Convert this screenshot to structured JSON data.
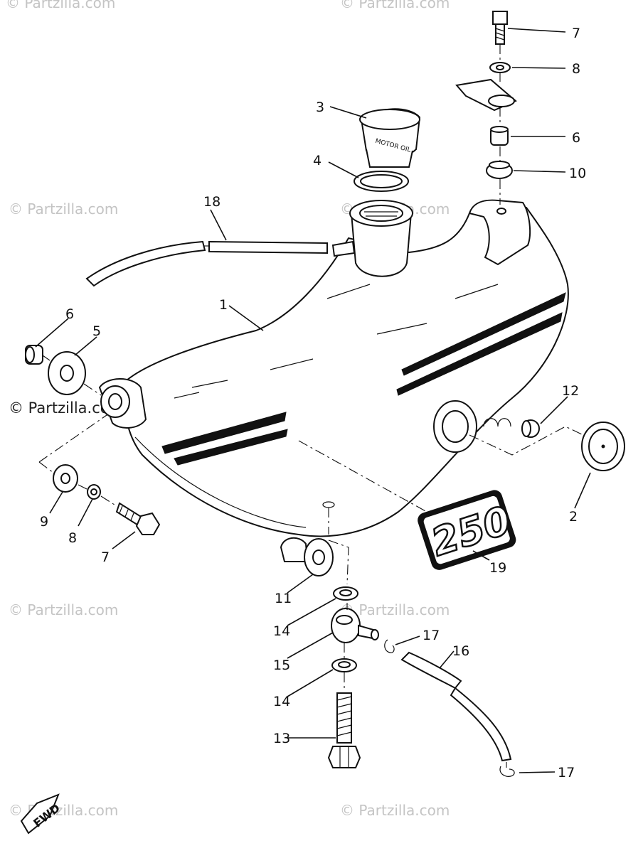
{
  "watermark": {
    "text": "© Partzilla.com",
    "color": "#c4c4c4"
  },
  "diagram": {
    "emblem_text": "250",
    "cap_text": "MOTOR OIL",
    "fwd_text": "FWD"
  },
  "callouts": [
    {
      "id": "c7a",
      "label": "7"
    },
    {
      "id": "c8a",
      "label": "8"
    },
    {
      "id": "c3",
      "label": "3"
    },
    {
      "id": "c6a",
      "label": "6"
    },
    {
      "id": "c4",
      "label": "4"
    },
    {
      "id": "c10",
      "label": "10"
    },
    {
      "id": "c18",
      "label": "18"
    },
    {
      "id": "c1",
      "label": "1"
    },
    {
      "id": "c6b",
      "label": "6"
    },
    {
      "id": "c5",
      "label": "5"
    },
    {
      "id": "c12",
      "label": "12"
    },
    {
      "id": "c2",
      "label": "2"
    },
    {
      "id": "c9",
      "label": "9"
    },
    {
      "id": "c8b",
      "label": "8"
    },
    {
      "id": "c7b",
      "label": "7"
    },
    {
      "id": "c19",
      "label": "19"
    },
    {
      "id": "c11",
      "label": "11"
    },
    {
      "id": "c14a",
      "label": "14"
    },
    {
      "id": "c17a",
      "label": "17"
    },
    {
      "id": "c16",
      "label": "16"
    },
    {
      "id": "c15",
      "label": "15"
    },
    {
      "id": "c14b",
      "label": "14"
    },
    {
      "id": "c13",
      "label": "13"
    },
    {
      "id": "c17b",
      "label": "17"
    }
  ]
}
